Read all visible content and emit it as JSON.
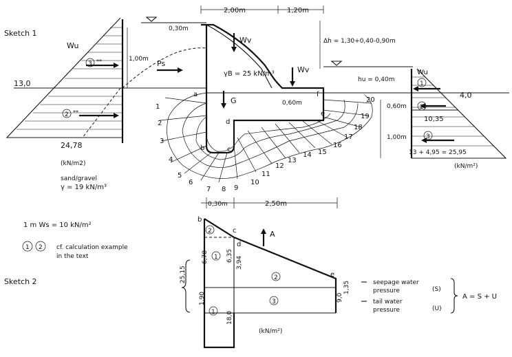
{
  "labels": {
    "sketch1": "Sketch 1",
    "sketch2": "Sketch 2",
    "dim_top_left": "2,00m",
    "dim_top_right": "1,20m",
    "dim_030": "0,30m",
    "dim_100_left": "1,00m",
    "dh": "Δh = 1,30+0,40-0,90m",
    "hu": "hu = 0,40m",
    "dim_060_mid": "0,60m",
    "dim_060_right": "0,60m",
    "dim_100_right": "1,00m",
    "wu_left": "Wu",
    "wu_right": "Wu",
    "wv_top": "Wv",
    "wv_mid": "Wv",
    "ps": "Ps",
    "gamma_b": "γB = 25 kN/m³",
    "g": "G",
    "p_a": "a",
    "p_b": "b",
    "p_c": "c",
    "p_d": "d",
    "p_e": "e",
    "p_f": "f",
    "val_130": "13,0",
    "val_2478": "24,78",
    "unit_left": "(kN/m2)",
    "sand": "sand/gravel",
    "gamma_sand": "γ = 19 kN/m³",
    "right_40": "4,0",
    "right_1035": "10,35",
    "right_formula": "13 + 4,95 = 25,95",
    "unit_right": "(kN/m²)",
    "c1": "1",
    "c2": "2",
    "c3": "3",
    "c4": "4",
    "c5": "5",
    "c6": "6",
    "c7": "7",
    "c8": "8",
    "c9": "9",
    "c10": "10",
    "c11": "11",
    "c12": "12",
    "c13": "13",
    "c14": "14",
    "c15": "15",
    "c16": "16",
    "c17": "17",
    "c18": "18",
    "c19": "19",
    "c20": "20",
    "dim_bottom_left": "0,30m",
    "dim_bottom_right": "2,50m",
    "conv": "1 m Ws = 10 kN/m²",
    "circle1": "1",
    "circle2": "2",
    "calc_ref_1": "cf. calculation example",
    "calc_ref_2": "in the text",
    "s2_b": "b",
    "s2_c": "c",
    "s2_d": "d",
    "s2_e": "e",
    "s2_A": "A",
    "s2_678": "6,78",
    "s2_635": "6,35",
    "s2_394": "3,94",
    "s2_2515": "25,15",
    "s2_190": "1,90",
    "s2_180": "18,0",
    "s2_90": "9,0",
    "s2_135": "1,35",
    "s2_unit": "(kN/m²)",
    "legend_seep_1": "seepage water",
    "legend_seep_2": "pressure",
    "legend_s": "(S)",
    "legend_tail_1": "tail water",
    "legend_tail_2": "pressure",
    "legend_u": "(U)",
    "legend_formula": "A = S + U",
    "region_1": "1",
    "region_2": "2",
    "region_3": "3",
    "region_1b": "1",
    "region_2b": "2",
    "wu_left_circle": "3",
    "wu_left_mark": "**",
    "left_lower_circle": "2",
    "left_lower_mark": "**",
    "right_circle_1": "1",
    "right_circle_2": "2",
    "right_circle_3": "3"
  },
  "icons": {
    "water_level": "water-level-triangle-icon",
    "arrow": "load-arrow-icon"
  },
  "colors": {
    "ink": "#111111",
    "paper": "#ffffff"
  }
}
